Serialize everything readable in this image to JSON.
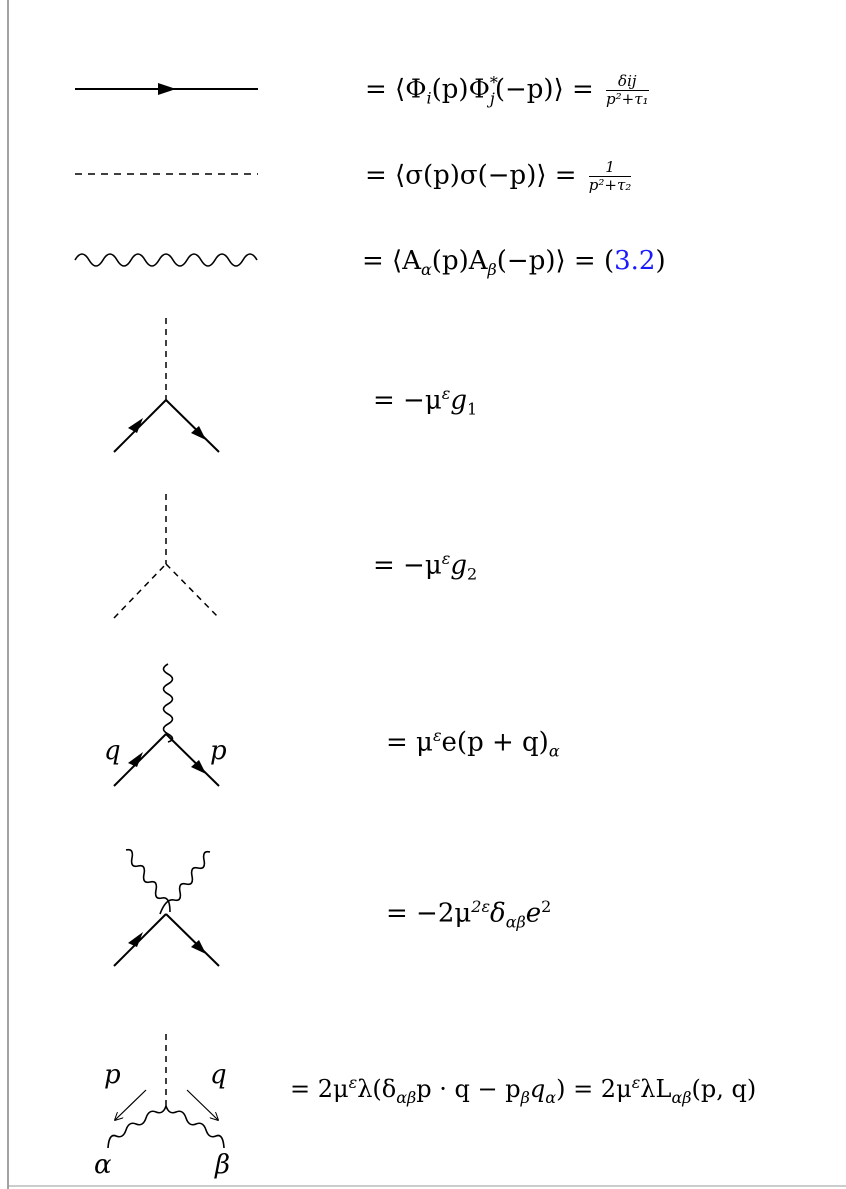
{
  "rows": [
    {
      "id": "phi-propagator",
      "lhs": "= ⟨Φ",
      "parts": [
        "i",
        "(p)Φ",
        "*",
        "j",
        "(−p)⟩ ="
      ],
      "frac_num": "δij",
      "frac_den": "p²+τ₁"
    },
    {
      "id": "sigma-propagator",
      "lhs": "= ⟨σ(p)σ(−p)⟩ =",
      "frac_num": "1",
      "frac_den": "p²+τ₂"
    },
    {
      "id": "gauge-propagator",
      "lhs": "= ⟨A",
      "sub1": "α",
      "mid": "(p)A",
      "sub2": "β",
      "rhs": "(−p)⟩ = (",
      "ref": "3.2",
      "close": ")"
    },
    {
      "id": "phi-phi-sigma-vertex",
      "text": "= −μ",
      "sup": "ε",
      "tail": "g",
      "sub": "1"
    },
    {
      "id": "sigma-cubic-vertex",
      "text": "= −μ",
      "sup": "ε",
      "tail": "g",
      "sub": "2"
    },
    {
      "id": "phi-phi-A-vertex",
      "text": "= μ",
      "sup": "ε",
      "tail": "e(p + q)",
      "sub": "α"
    },
    {
      "id": "seagull-vertex",
      "text": "= −2μ",
      "sup": "2ε",
      "tail": "δ",
      "sub": "αβ",
      "tail2": "e",
      "sup2": "2"
    },
    {
      "id": "sigma-AA-vertex",
      "text": "= 2μ",
      "sup": "ε",
      "a": "λ(δ",
      "sub_a": "αβ",
      "b": "p · q − p",
      "sub_b": "β",
      "c": "q",
      "sub_c": "α",
      "d": ") = 2μ",
      "sup_d": "ε",
      "e": "λL",
      "sub_e": "αβ",
      "f": "(p, q)"
    }
  ],
  "labels": {
    "q_left": "q",
    "p_right": "p",
    "p_small": "p",
    "q_small": "q",
    "alpha": "α",
    "beta": "β"
  },
  "style": {
    "line_color": "#000000",
    "link_color": "#1a1aff"
  }
}
